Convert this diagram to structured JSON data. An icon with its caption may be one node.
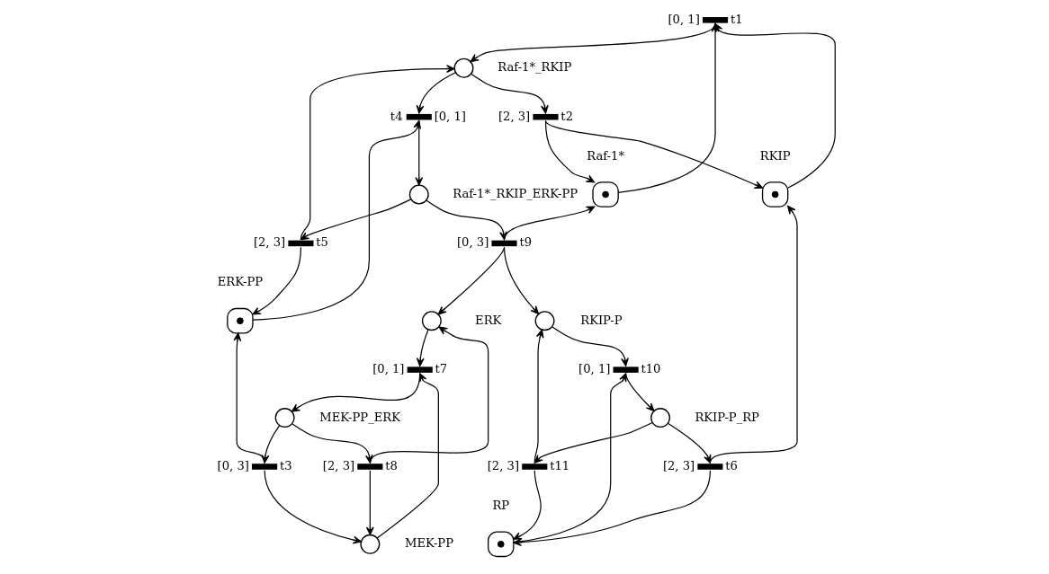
{
  "diagram": {
    "nodes": [
      {
        "text": [],
        "shape": "circle",
        "beside": [
          "Raf-1*"
        ]
      },
      {
        "text": [],
        "shape": "dot",
        "in": 0
      },
      {
        "text": [],
        "shape": "circle",
        "beside": [
          "RKIP"
        ]
      },
      {
        "text": [],
        "shape": "dot",
        "in": 2
      },
      {
        "text": [],
        "shape": "bar",
        "beside": [
          "[0, 1]",
          "t1"
        ]
      },
      {
        "text": [],
        "shape": "bar",
        "beside": [
          "[2, 3]",
          "t2"
        ]
      },
      {
        "text": [],
        "shape": "circle",
        "beside": [
          "ERK-PP"
        ]
      },
      {
        "text": [],
        "shape": "dot",
        "in": 6
      },
      {
        "text": [],
        "shape": "circle",
        "beside": [
          "Raf-1*_RKIP"
        ]
      },
      {
        "text": [],
        "shape": "bar",
        "beside": [
          "[0, 3]",
          "t3"
        ]
      },
      {
        "text": [],
        "shape": "bar",
        "beside": [
          "t4",
          "[0, 1]"
        ]
      },
      {
        "text": [],
        "shape": "bar",
        "beside": [
          "[2, 3]",
          "t5"
        ]
      },
      {
        "text": [],
        "shape": "bar",
        "beside": [
          "[2, 3]",
          "t6"
        ]
      },
      {
        "text": [],
        "shape": "circle",
        "beside": [
          "RKIP-P_RP"
        ]
      },
      {
        "text": [],
        "shape": "circle",
        "beside": [
          "MEK-PP_ERK"
        ]
      },
      {
        "text": [],
        "shape": "circle",
        "beside": [
          "Raf-1*_RKIP_ERK-PP"
        ]
      },
      {
        "text": [],
        "shape": "bar",
        "beside": [
          "[0, 1]",
          "t7"
        ]
      },
      {
        "text": [],
        "shape": "bar",
        "beside": [
          "[2, 3]",
          "t8"
        ]
      },
      {
        "text": [],
        "shape": "bar",
        "beside": [
          "[0, 3]",
          "t9"
        ]
      },
      {
        "text": [],
        "shape": "bar",
        "beside": [
          "[0, 1]",
          "t10"
        ]
      },
      {
        "text": [],
        "shape": "bar",
        "beside": [
          "[2, 3]",
          "t11"
        ]
      },
      {
        "text": [],
        "shape": "circle",
        "beside": [
          "MEK-PP"
        ]
      },
      {
        "text": [],
        "shape": "circle",
        "beside": [
          "ERK"
        ]
      },
      {
        "text": [],
        "shape": "circle",
        "beside": [
          "RKIP-P"
        ]
      },
      {
        "text": [],
        "shape": "circle",
        "beside": [
          "RP"
        ]
      },
      {
        "text": [],
        "shape": "dot",
        "in": 24
      }
    ],
    "edges": [
      {
        "from": 0,
        "to": 4,
        "arrow": "to"
      },
      {
        "from": 2,
        "to": 4,
        "arrow": "to"
      },
      {
        "from": 4,
        "to": 8,
        "arrow": "to"
      },
      {
        "from": 8,
        "to": 5,
        "arrow": "to"
      },
      {
        "from": 5,
        "to": 0,
        "arrow": "to"
      },
      {
        "from": 5,
        "to": 2,
        "arrow": "to"
      },
      {
        "from": 8,
        "to": 10,
        "arrow": "to"
      },
      {
        "from": 6,
        "to": 10,
        "arrow": "to"
      },
      {
        "from": 10,
        "to": 15,
        "arrow": "to"
      },
      {
        "from": 15,
        "to": 11,
        "arrow": "to"
      },
      {
        "from": 11,
        "to": 8,
        "arrow": "to"
      },
      {
        "from": 11,
        "to": 6,
        "arrow": "to"
      },
      {
        "from": 14,
        "to": 9,
        "arrow": "to"
      },
      {
        "from": 9,
        "to": 6,
        "arrow": "to"
      },
      {
        "from": 9,
        "to": 21,
        "arrow": "to"
      },
      {
        "from": 13,
        "to": 12,
        "arrow": "to"
      },
      {
        "from": 12,
        "to": 2,
        "arrow": "to"
      },
      {
        "from": 12,
        "to": 24,
        "arrow": "to"
      },
      {
        "from": 21,
        "to": 16,
        "arrow": "to"
      },
      {
        "from": 22,
        "to": 16,
        "arrow": "to"
      },
      {
        "from": 16,
        "to": 14,
        "arrow": "to"
      },
      {
        "from": 14,
        "to": 17,
        "arrow": "to"
      },
      {
        "from": 17,
        "to": 21,
        "arrow": "to"
      },
      {
        "from": 17,
        "to": 22,
        "arrow": "to"
      },
      {
        "from": 15,
        "to": 18,
        "arrow": "to"
      },
      {
        "from": 18,
        "to": 0,
        "arrow": "to"
      },
      {
        "from": 18,
        "to": 22,
        "arrow": "to"
      },
      {
        "from": 18,
        "to": 23,
        "arrow": "to"
      },
      {
        "from": 23,
        "to": 19,
        "arrow": "to"
      },
      {
        "from": 24,
        "to": 19,
        "arrow": "to"
      },
      {
        "from": 19,
        "to": 13,
        "arrow": "to"
      },
      {
        "from": 13,
        "to": 20,
        "arrow": "to"
      },
      {
        "from": 20,
        "to": 23,
        "arrow": "to"
      },
      {
        "from": 20,
        "to": 24,
        "arrow": "to"
      }
    ]
  }
}
